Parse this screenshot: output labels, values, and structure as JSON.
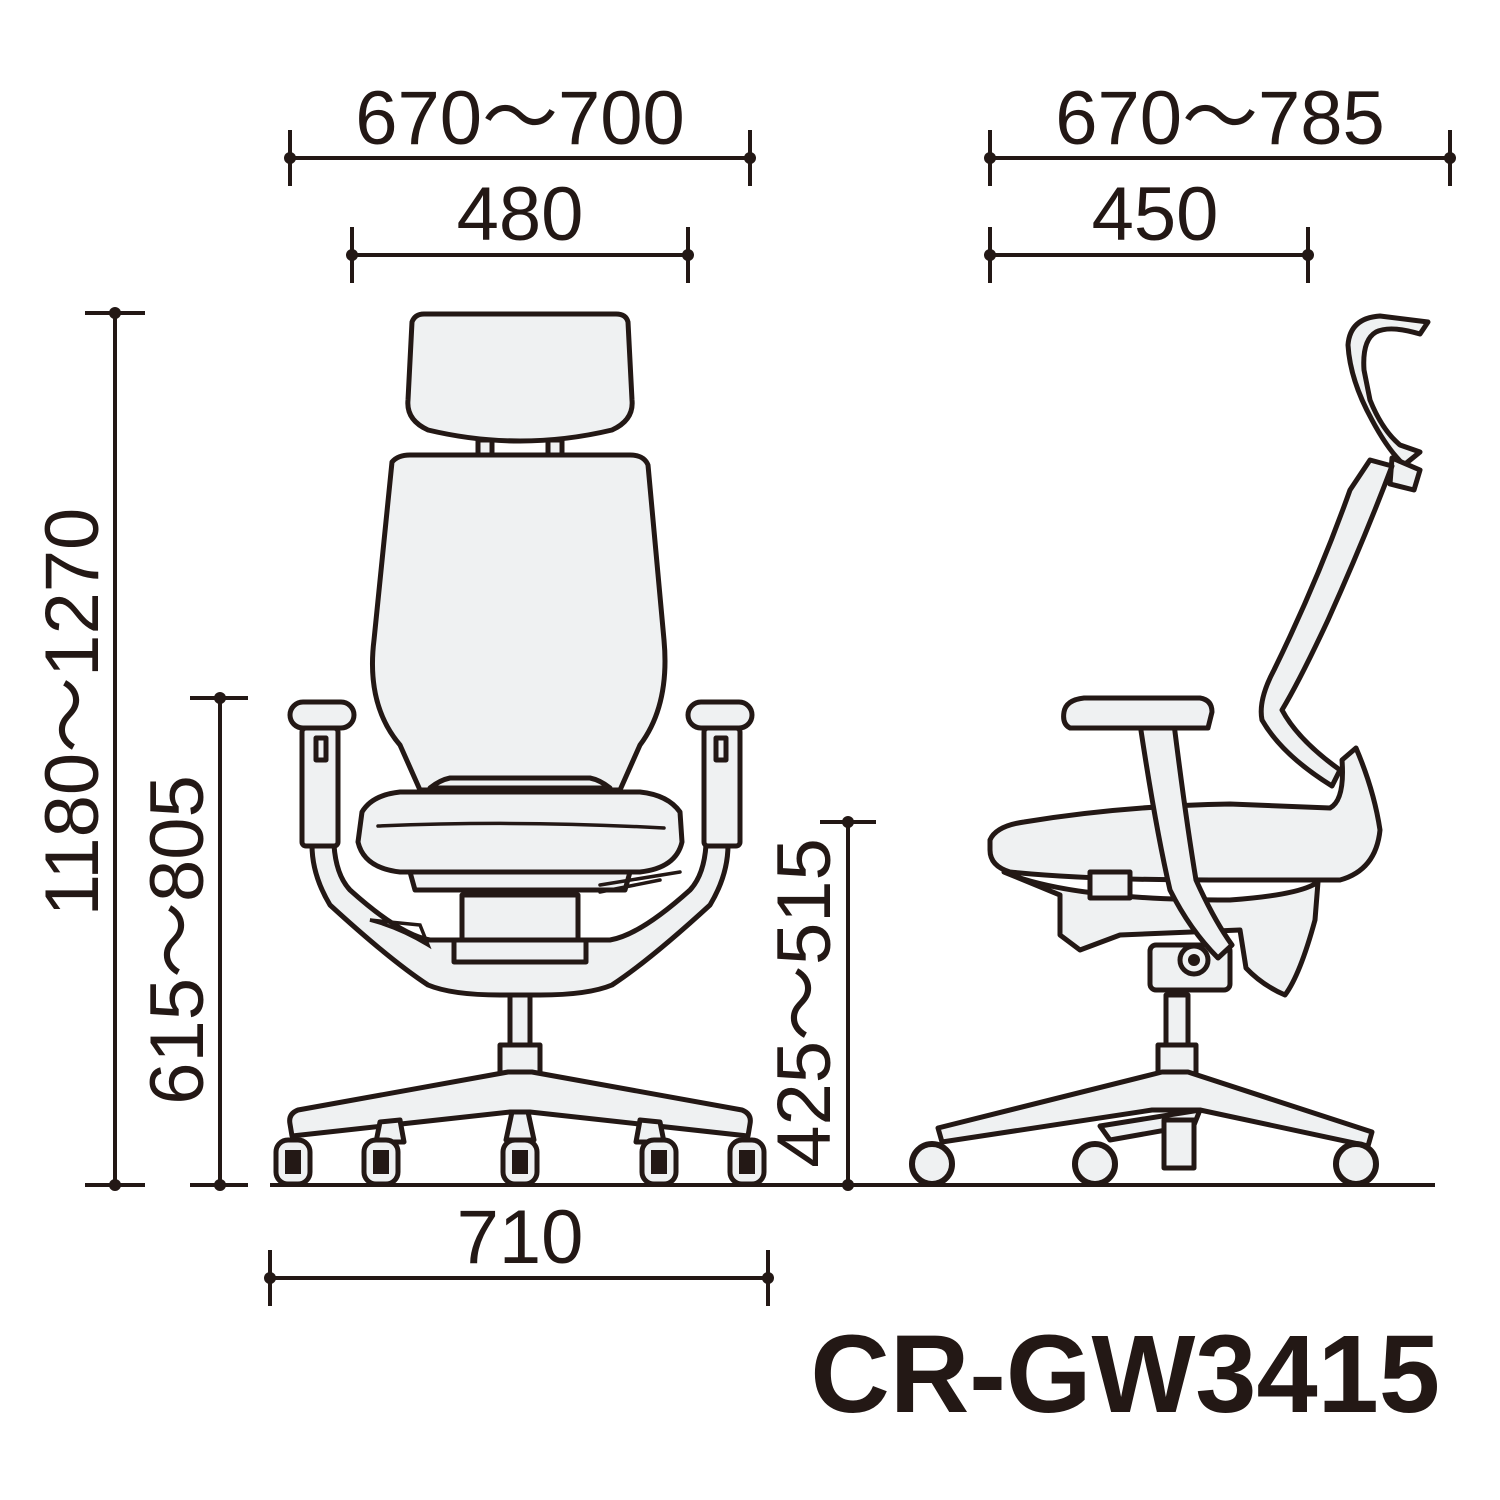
{
  "dimensions": {
    "front_overall_width": "670～700",
    "front_seat_width": "480",
    "side_overall_depth": "670～785",
    "side_seat_depth": "450",
    "overall_height": "1180～1270",
    "armrest_height": "615～805",
    "seat_height": "425～515",
    "base_width": "710"
  },
  "model": "CR-GW3415",
  "colors": {
    "line": "#231815",
    "fill": "#eff1f2",
    "background": "#ffffff"
  }
}
